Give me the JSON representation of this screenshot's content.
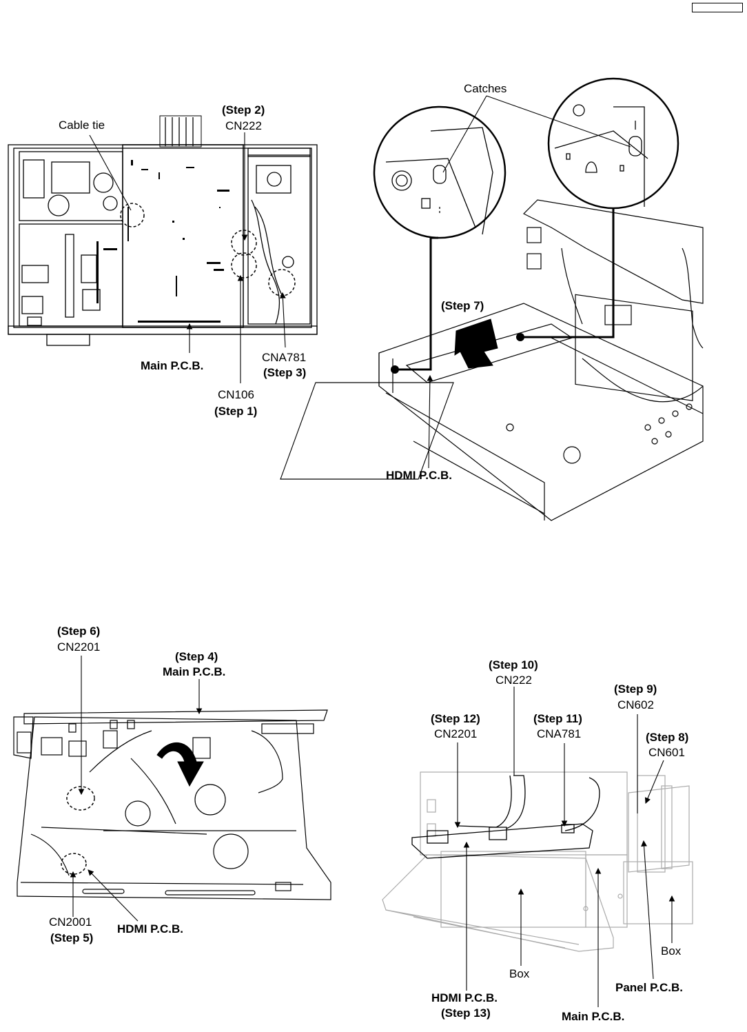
{
  "fig1": {
    "cable_tie": "Cable tie",
    "step2": "(Step 2)",
    "cn222": "CN222",
    "main_pcb": "Main P.C.B.",
    "cna781": "CNA781",
    "step3": "(Step 3)",
    "cn106": "CN106",
    "step1": "(Step 1)"
  },
  "fig2": {
    "catches": "Catches",
    "step7": "(Step 7)",
    "hdmi_pcb": "HDMI P.C.B."
  },
  "fig3": {
    "step6": "(Step 6)",
    "cn2201": "CN2201",
    "step4": "(Step 4)",
    "main_pcb": "Main P.C.B.",
    "cn2001": "CN2001",
    "step5": "(Step 5)",
    "hdmi_pcb": "HDMI P.C.B."
  },
  "fig4": {
    "step10": "(Step 10)",
    "cn222": "CN222",
    "step9": "(Step 9)",
    "cn602": "CN602",
    "step12": "(Step 12)",
    "cn2201": "CN2201",
    "step11": "(Step 11)",
    "cna781": "CNA781",
    "step8": "(Step 8)",
    "cn601": "CN601",
    "box_right": "Box",
    "box_center": "Box",
    "panel_pcb": "Panel P.C.B.",
    "hdmi_pcb": "HDMI P.C.B.",
    "step13": "(Step 13)",
    "main_pcb": "Main P.C.B."
  }
}
